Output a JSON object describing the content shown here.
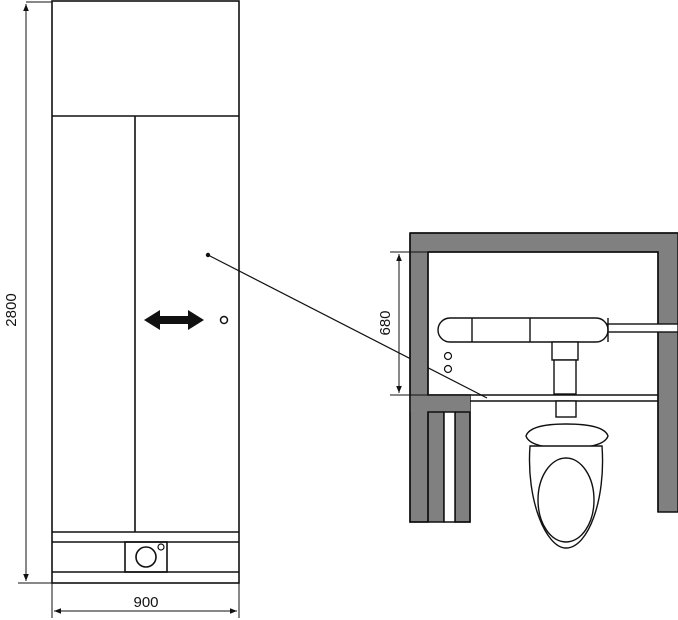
{
  "dimensions": {
    "height_label": "2800",
    "width_label": "900",
    "clearance_label": "680"
  },
  "colors": {
    "stroke": "#111111",
    "wall_fill": "#808080",
    "background": "#ffffff"
  },
  "icons": {
    "door_arrow": "double-arrow-icon",
    "door_handle": "door-knob-icon",
    "toilet": "toilet-icon",
    "grab_bar": "grab-bar-icon"
  }
}
